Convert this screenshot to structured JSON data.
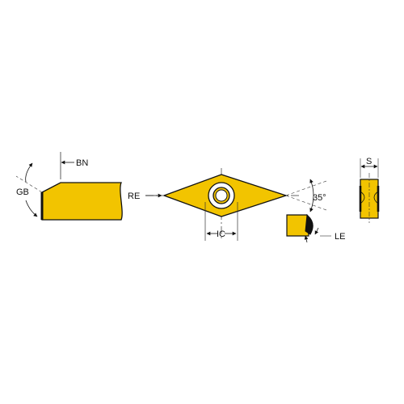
{
  "labels": {
    "gb": "GB",
    "bn": "BN",
    "re": "RE",
    "angle": "35°",
    "ic": "IC",
    "le": "LE",
    "s": "S"
  },
  "colors": {
    "insert_fill": "#f2c400",
    "outline": "#111111",
    "dim_line": "#333333"
  }
}
